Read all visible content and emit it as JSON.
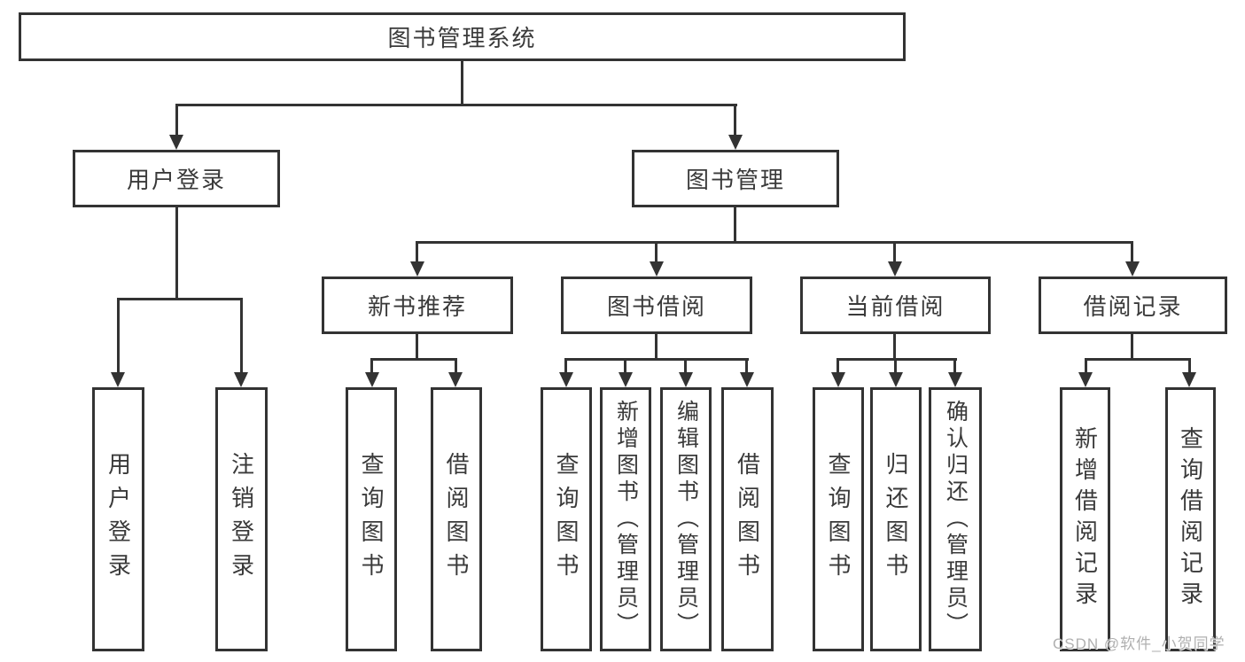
{
  "diagram": {
    "title": "图书管理系统",
    "level1": [
      {
        "label": "用户登录"
      },
      {
        "label": "图书管理"
      }
    ],
    "level2": [
      {
        "label": "新书推荐"
      },
      {
        "label": "图书借阅"
      },
      {
        "label": "当前借阅"
      },
      {
        "label": "借阅记录"
      }
    ],
    "leaves": {
      "user_login": [
        {
          "label": "用户登录"
        },
        {
          "label": "注销登录"
        }
      ],
      "new_book_recommend": [
        {
          "label": "查询图书"
        },
        {
          "label": "借阅图书"
        }
      ],
      "book_borrow": [
        {
          "label": "查询图书"
        },
        {
          "label": "新增图书（管理员）"
        },
        {
          "label": "编辑图书（管理员）"
        },
        {
          "label": "借阅图书"
        }
      ],
      "current_borrow": [
        {
          "label": "查询图书"
        },
        {
          "label": "归还图书"
        },
        {
          "label": "确认归还（管理员）"
        }
      ],
      "borrow_records": [
        {
          "label": "新增借阅记录"
        },
        {
          "label": "查询借阅记录"
        }
      ]
    }
  },
  "watermark": {
    "text": "CSDN @软件_小贺同学"
  },
  "colors": {
    "line": "#333333",
    "text": "#3a3a3a",
    "background": "#ffffff",
    "watermark": "#b0b0b0"
  }
}
